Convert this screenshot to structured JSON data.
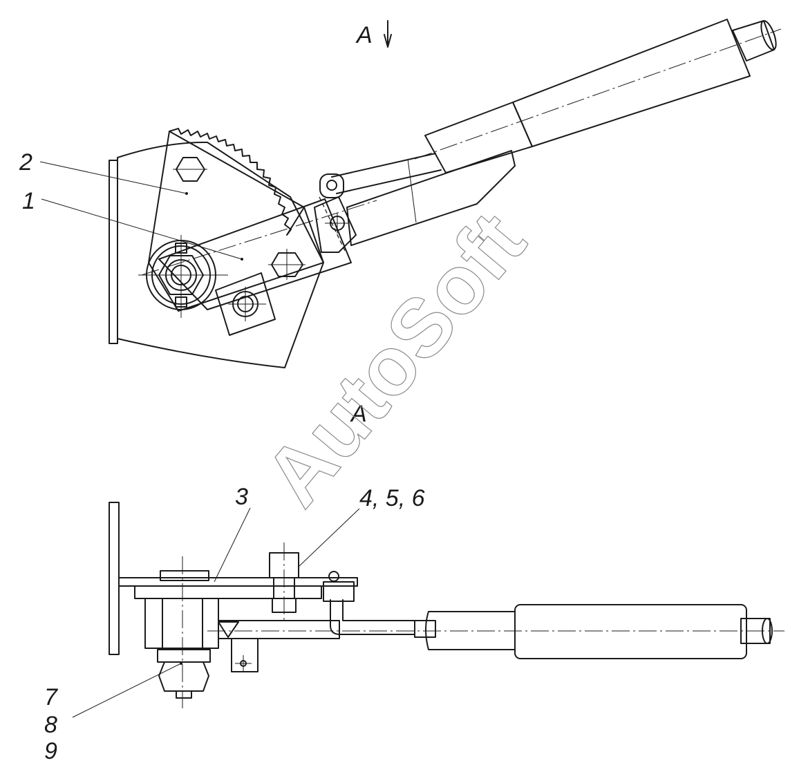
{
  "view": {
    "arrow_label": "A",
    "section_label": "A"
  },
  "callouts": [
    {
      "id": "c1",
      "text": "1"
    },
    {
      "id": "c2",
      "text": "2"
    },
    {
      "id": "c3",
      "text": "3"
    },
    {
      "id": "c456",
      "text": "4, 5, 6"
    },
    {
      "id": "c7",
      "text": "7"
    },
    {
      "id": "c8",
      "text": "8"
    },
    {
      "id": "c9",
      "text": "9"
    }
  ],
  "watermark": {
    "text": "AutoSoft"
  }
}
